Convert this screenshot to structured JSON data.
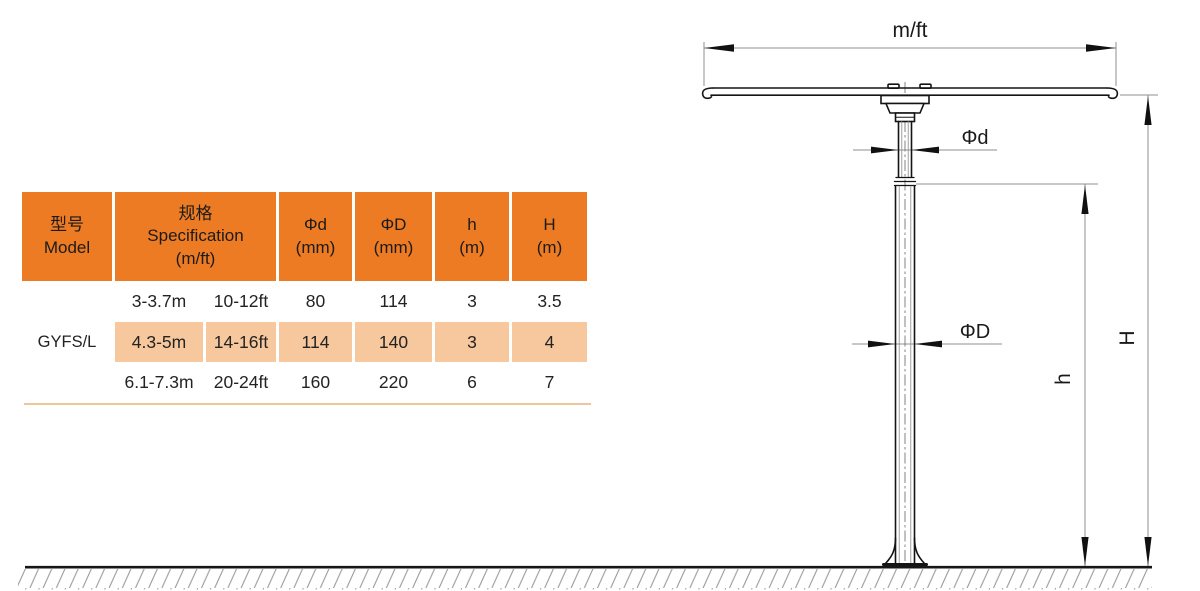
{
  "colors": {
    "header_orange": "#ED7B23",
    "row_highlight": "#F7C89E",
    "divider_line": "#F2C49B",
    "dimension_gray": "#8f8f8f",
    "hatch_gray": "#9b9b9b"
  },
  "table": {
    "header": {
      "model_zh": "型号",
      "model_en": "Model",
      "spec_zh": "规格",
      "spec_en": "Specification",
      "spec_unit": "(m/ft)",
      "phid_l1": "Φd",
      "phid_l2": "(mm)",
      "phiD_l1": "ΦD",
      "phiD_l2": "(mm)",
      "h_l1": "h",
      "h_l2": "(m)",
      "H_l1": "H",
      "H_l2": "(m)"
    },
    "model_value": "GYFS/L",
    "rows": [
      {
        "m": "3-3.7m",
        "ft": "10-12ft",
        "phid": "80",
        "phiD": "114",
        "h": "3",
        "H": "3.5"
      },
      {
        "m": "4.3-5m",
        "ft": "14-16ft",
        "phid": "114",
        "phiD": "140",
        "h": "3",
        "H": "4"
      },
      {
        "m": "6.1-7.3m",
        "ft": "20-24ft",
        "phid": "160",
        "phiD": "220",
        "h": "6",
        "H": "7"
      }
    ]
  },
  "diagram": {
    "labels": {
      "span": "m/ft",
      "upper_diameter": "Φd",
      "lower_diameter": "ΦD",
      "pole_height": "h",
      "total_height": "H"
    }
  }
}
